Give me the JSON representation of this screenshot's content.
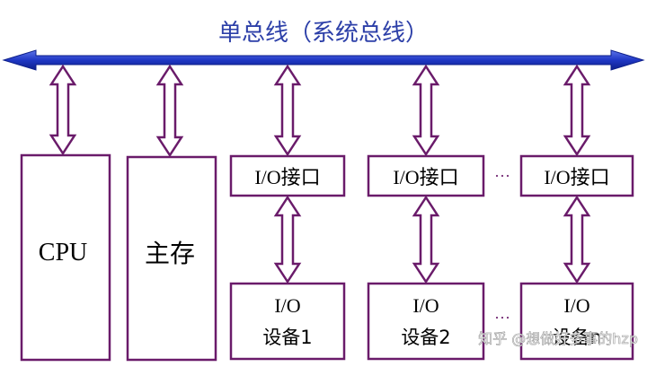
{
  "title": "单总线（系统总线）",
  "colors": {
    "bus": "#1f37c4",
    "bus_dark": "#0d1f8a",
    "frame": "#6a1b6a",
    "title": "#2c3fa8"
  },
  "cpu": {
    "label": "CPU"
  },
  "memory": {
    "label": "主存"
  },
  "io_interface": {
    "label": "I/O接口"
  },
  "devices": [
    {
      "line1": "I/O",
      "line2": "设备1"
    },
    {
      "line1": "I/O",
      "line2": "设备2"
    },
    {
      "line1": "I/O",
      "line2": "设备n"
    }
  ],
  "ellipsis": "···",
  "watermark": "知乎 @想做好多事的hzp"
}
